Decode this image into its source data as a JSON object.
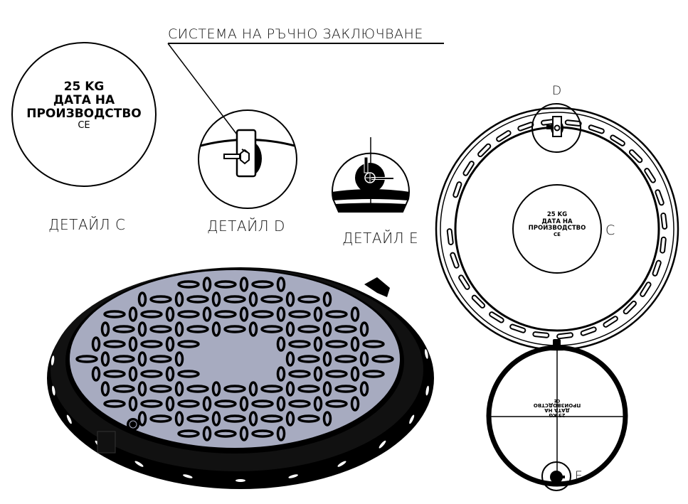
{
  "title": {
    "callout": "СИСТЕМА НА РЪЧНО ЗАКЛЮЧВАНЕ"
  },
  "details": [
    {
      "id": "C",
      "label": "ДЕТАЙЛ C"
    },
    {
      "id": "D",
      "label": "ДЕТАЙЛ D"
    },
    {
      "id": "E",
      "label": "ДЕТАЙЛ E"
    }
  ],
  "marking": {
    "weight": "25 KG",
    "line2": "ДАТА НА",
    "line3": "ПРОИЗВОДСТВО",
    "ce": "CE"
  },
  "top_view": {
    "marker_D": "D",
    "marker_C": "C"
  },
  "bottom_view": {
    "marker_E": "E"
  },
  "colors": {
    "cover_fill": "#a7abc0",
    "ink": "#000000",
    "background": "#ffffff"
  }
}
